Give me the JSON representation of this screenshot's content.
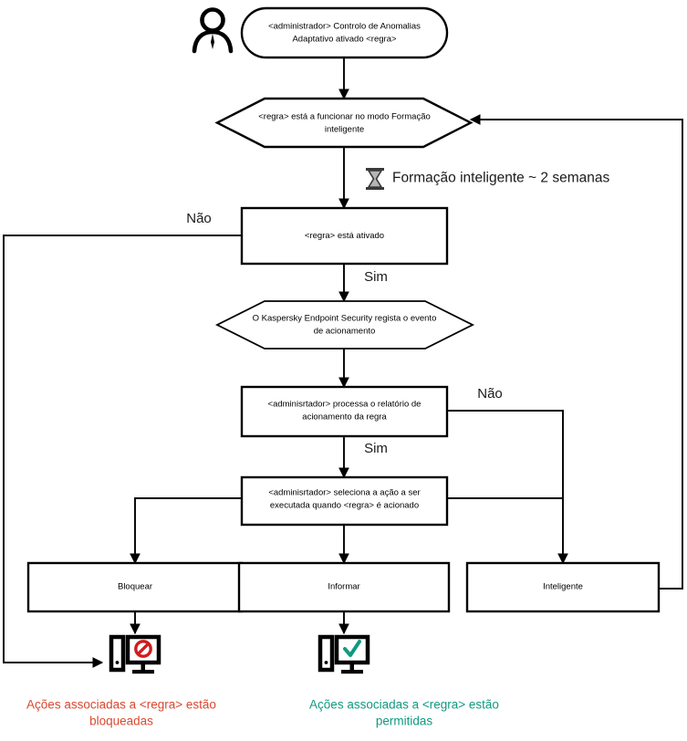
{
  "diagram": {
    "title": "Adaptive Anomaly Control rule flowchart",
    "actor": {
      "icon": "person-icon",
      "name": "administrator-actor"
    },
    "nodes": {
      "start": {
        "shape": "rounded",
        "line1": "<administrador> Controlo de Anomalias",
        "line2": "Adaptativo ativado <regra>"
      },
      "smart_training_mode": {
        "shape": "hexagon",
        "line1": "<regra> está a funcionar no modo Formação",
        "line2": "inteligente"
      },
      "rule_enabled": {
        "shape": "rect",
        "line1": "<regra> está ativado",
        "line2": ""
      },
      "kes_logs_event": {
        "shape": "hexagon",
        "line1": "O Kaspersky Endpoint Security regista o evento",
        "line2": "de acionamento"
      },
      "admin_processes_report": {
        "shape": "rect",
        "line1": "<adminisrtador> processa o relatório de",
        "line2": "acionamento da regra"
      },
      "admin_selects_action": {
        "shape": "rect",
        "line1": "<adminisrtador> seleciona a ação a ser",
        "line2": "executada quando <regra> é acionado"
      },
      "action_block": {
        "shape": "rect",
        "line1": "Bloquear",
        "line2": ""
      },
      "action_inform": {
        "shape": "rect",
        "line1": "Informar",
        "line2": ""
      },
      "action_smart": {
        "shape": "rect",
        "line1": "Inteligente",
        "line2": ""
      }
    },
    "notes": {
      "smart_training_duration": {
        "icon": "hourglass-icon",
        "text": "Formação inteligente ~ 2 semanas"
      }
    },
    "branch_labels": {
      "rule_enabled_no": "Não",
      "rule_enabled_yes": "Sim",
      "report_no": "Não",
      "report_yes": "Sim"
    },
    "outcomes": {
      "blocked": {
        "icon": "computer-blocked-icon",
        "line1": "Ações associadas a <regra> estão",
        "line2": "bloqueadas",
        "color": "#d9482f"
      },
      "allowed": {
        "icon": "computer-allowed-icon",
        "line1": "Ações associadas a <regra> estão",
        "line2": "permitidas",
        "color": "#109a80"
      }
    },
    "colors": {
      "stroke": "#000000",
      "background": "#ffffff",
      "blocked": "#d9482f",
      "allowed": "#109a80"
    }
  }
}
